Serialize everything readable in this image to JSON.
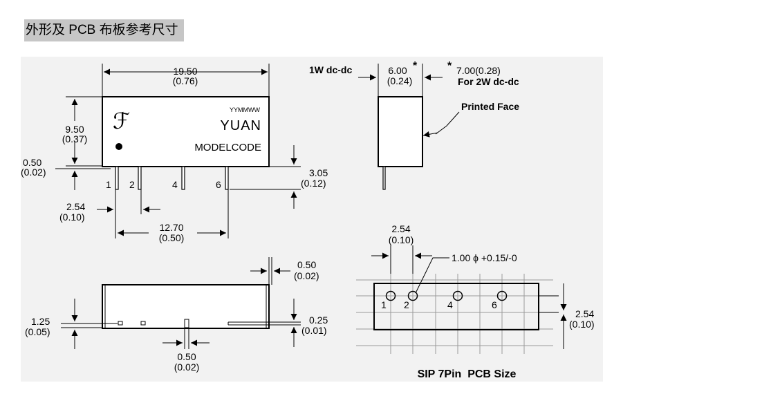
{
  "title": "外形及 PCB 布板参考尺寸",
  "colors": {
    "drawing_bg": "#f2f2f2",
    "line": "#000000",
    "grid": "#9a9a9a",
    "title_bg": "#c6c6c6"
  },
  "front_view": {
    "logo_glyph": "ℱ",
    "date_code": "YYMMWW",
    "brand": "YUAN",
    "model": "MODELCODE",
    "width": "19.50",
    "width_in": "(0.76)",
    "height": "9.50",
    "height_in": "(0.37)",
    "standoff": "0.50",
    "standoff_in": "(0.02)",
    "pin_length": "3.05",
    "pin_length_in": "(0.12)",
    "pitch": "2.54",
    "pitch_in": "(0.10)",
    "span": "12.70",
    "span_in": "(0.50)",
    "pins": [
      "1",
      "2",
      "4",
      "6"
    ]
  },
  "side_view": {
    "label_1w": "1W dc-dc",
    "thickness_1w": "6.00",
    "thickness_1w_in": "(0.24)",
    "asterisk": "*",
    "thickness_2w": "7.00(0.28)",
    "label_2w": "For 2W dc-dc",
    "printed_face": "Printed Face"
  },
  "bottom_view": {
    "pin_thickness": "0.50",
    "pin_thickness_in": "(0.02)",
    "row_offset": "1.25",
    "row_offset_in": "(0.05)",
    "pin_width": "0.25",
    "pin_width_in": "(0.01)",
    "pin_gap": "0.50",
    "pin_gap_in": "(0.02)"
  },
  "pcb_view": {
    "pitch": "2.54",
    "pitch_in": "(0.10)",
    "hole_diameter": "1.00 ϕ +0.15/-0",
    "vertical": "2.54",
    "vertical_in": "(0.10)",
    "pins": [
      "1",
      "2",
      "4",
      "6"
    ],
    "caption": "SIP 7Pin  PCB Size"
  }
}
